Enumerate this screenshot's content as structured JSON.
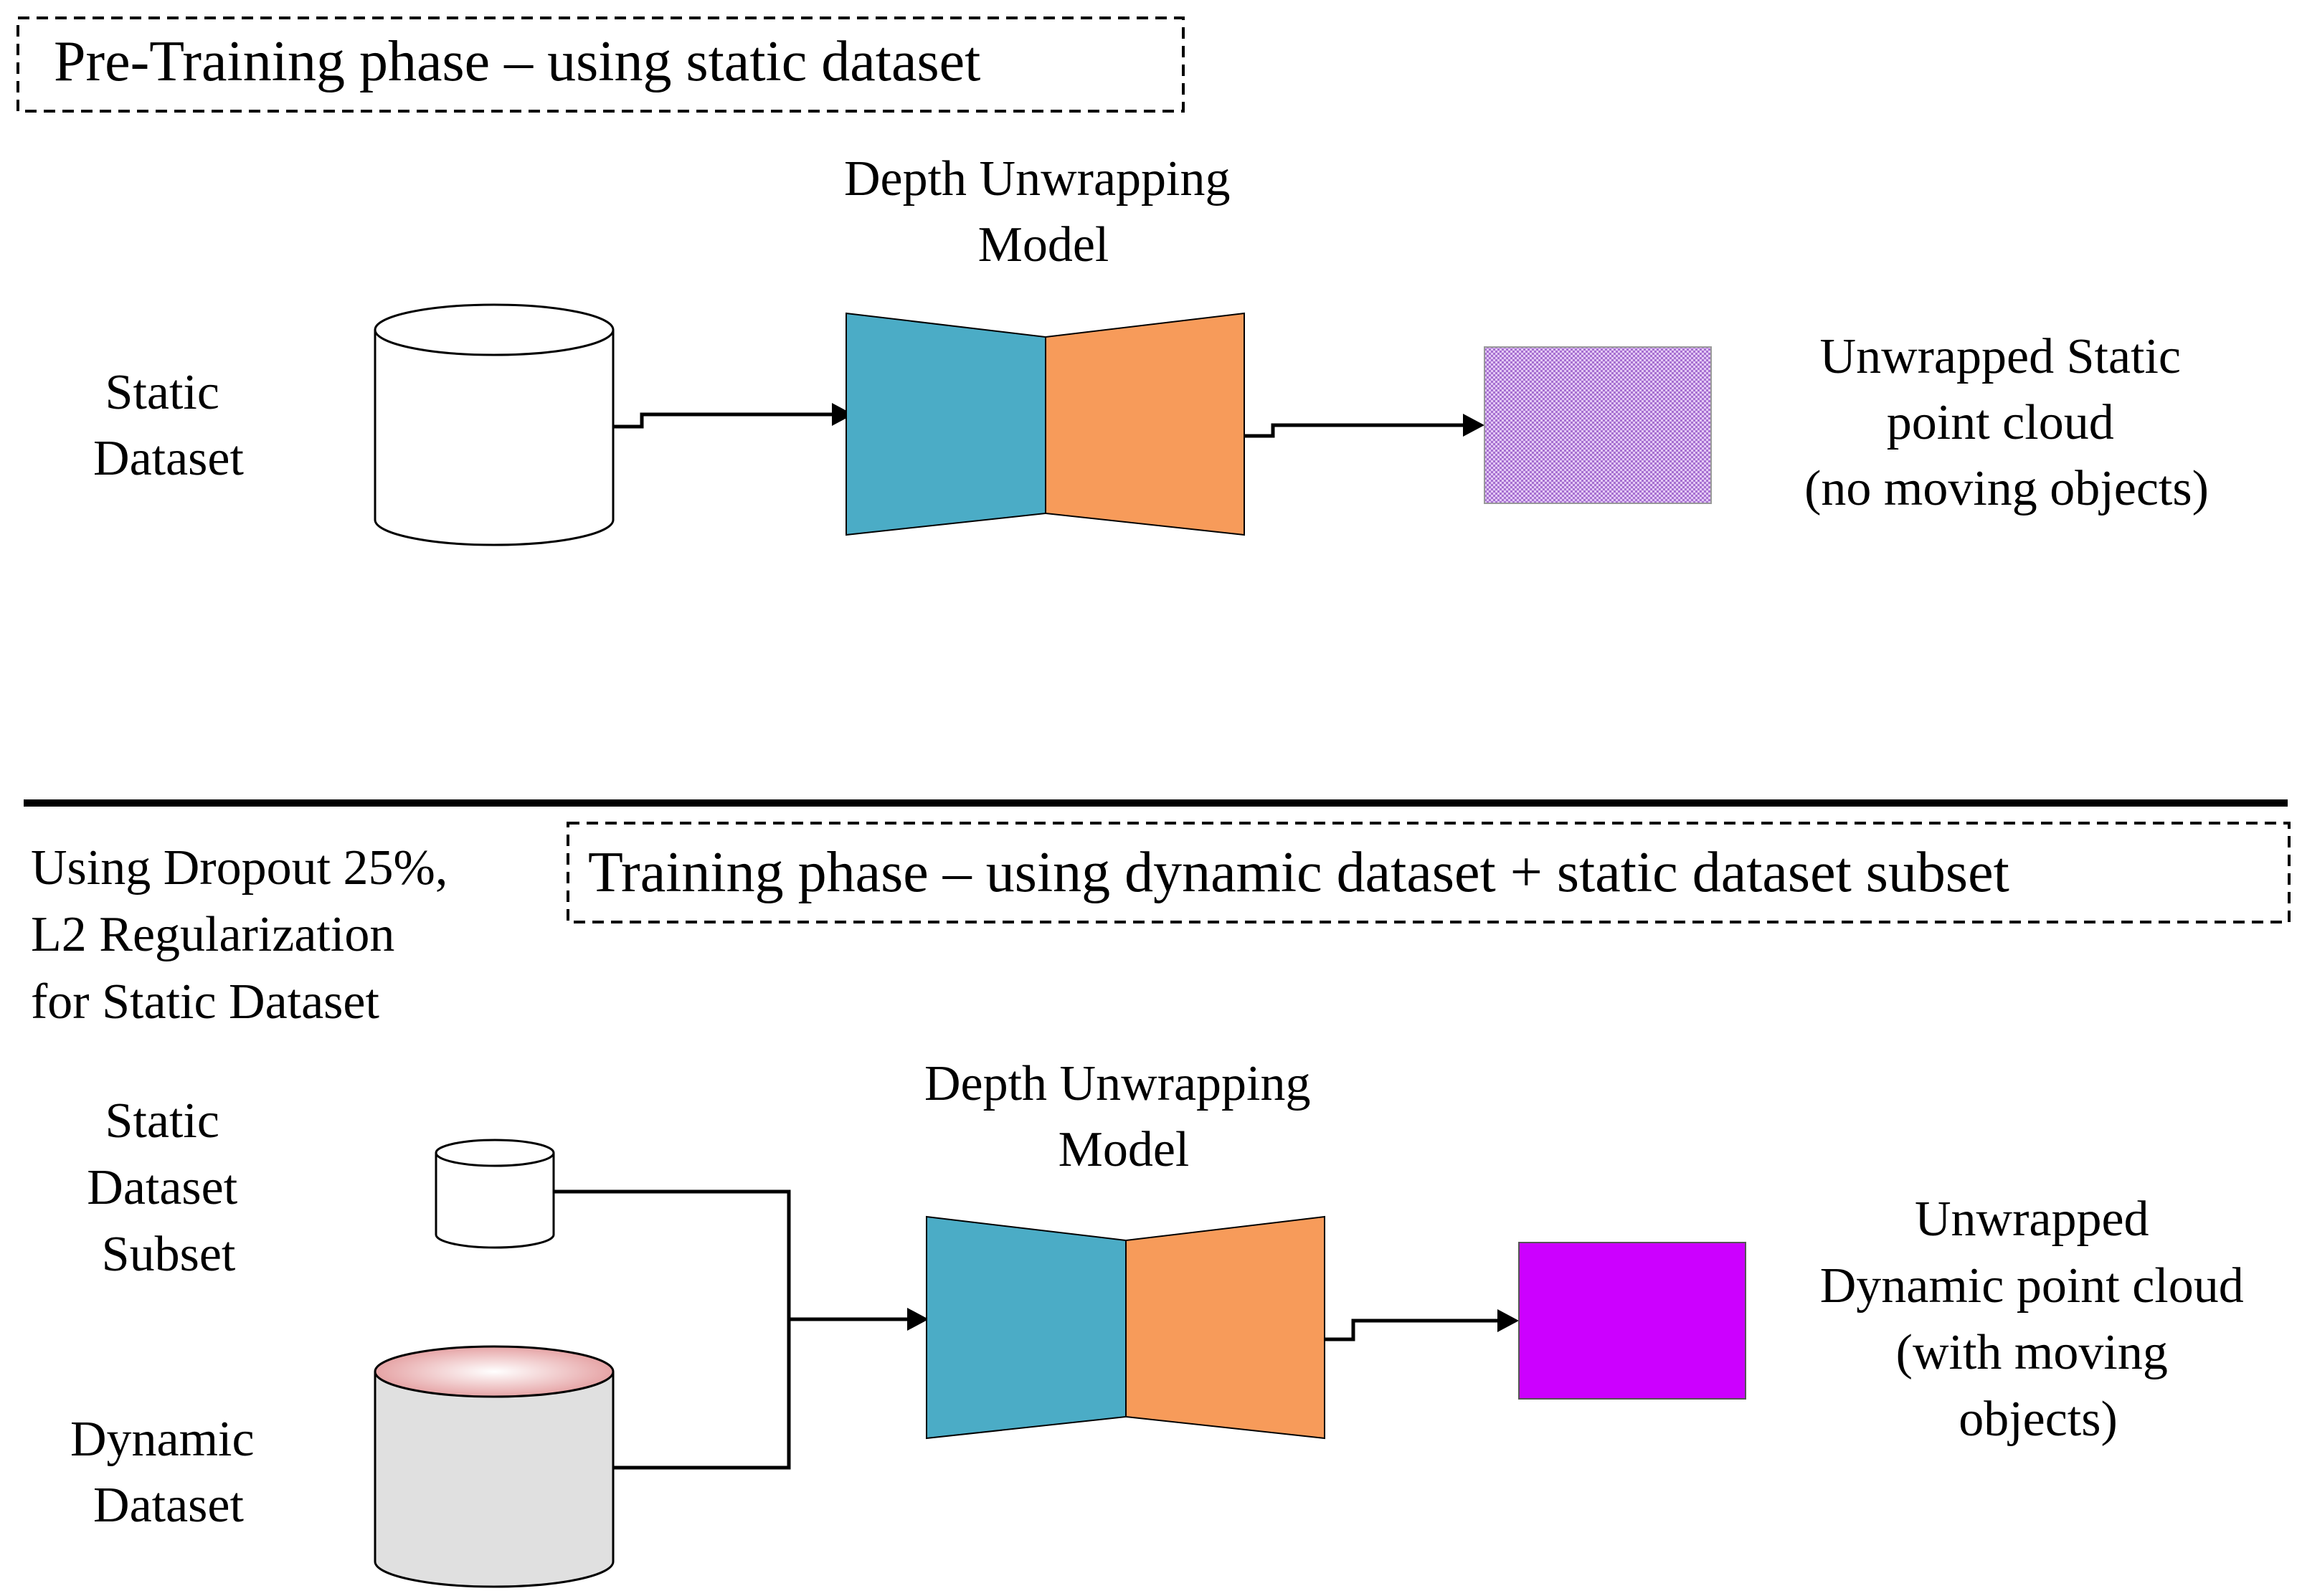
{
  "pretraining": {
    "phase_title": "Pre-Training phase – using static dataset",
    "input_label": [
      "Static",
      "Dataset"
    ],
    "model_label": [
      "Depth Unwrapping",
      "Model"
    ],
    "output_label": [
      "Unwrapped Static",
      "point cloud",
      "(no moving objects)"
    ]
  },
  "training": {
    "phase_title": "Training phase – using dynamic dataset + static dataset subset",
    "regularization_note": [
      "Using Dropout 25%,",
      "L2 Regularization",
      "for Static Dataset"
    ],
    "static_subset_label": [
      "Static",
      "Dataset",
      "Subset"
    ],
    "dynamic_label": [
      "Dynamic",
      "Dataset"
    ],
    "model_label": [
      "Depth Unwrapping",
      "Model"
    ],
    "output_label": [
      "Unwrapped",
      "Dynamic point cloud",
      "(with moving",
      "objects)"
    ]
  },
  "colors": {
    "encoder": "#4BACC6",
    "decoder": "#F79B5A",
    "static_output": "#B98FD6",
    "dynamic_output": "#CC00FF",
    "dynamic_db_top": "#E39A9C",
    "dynamic_db_body": "#E0E0E0"
  }
}
